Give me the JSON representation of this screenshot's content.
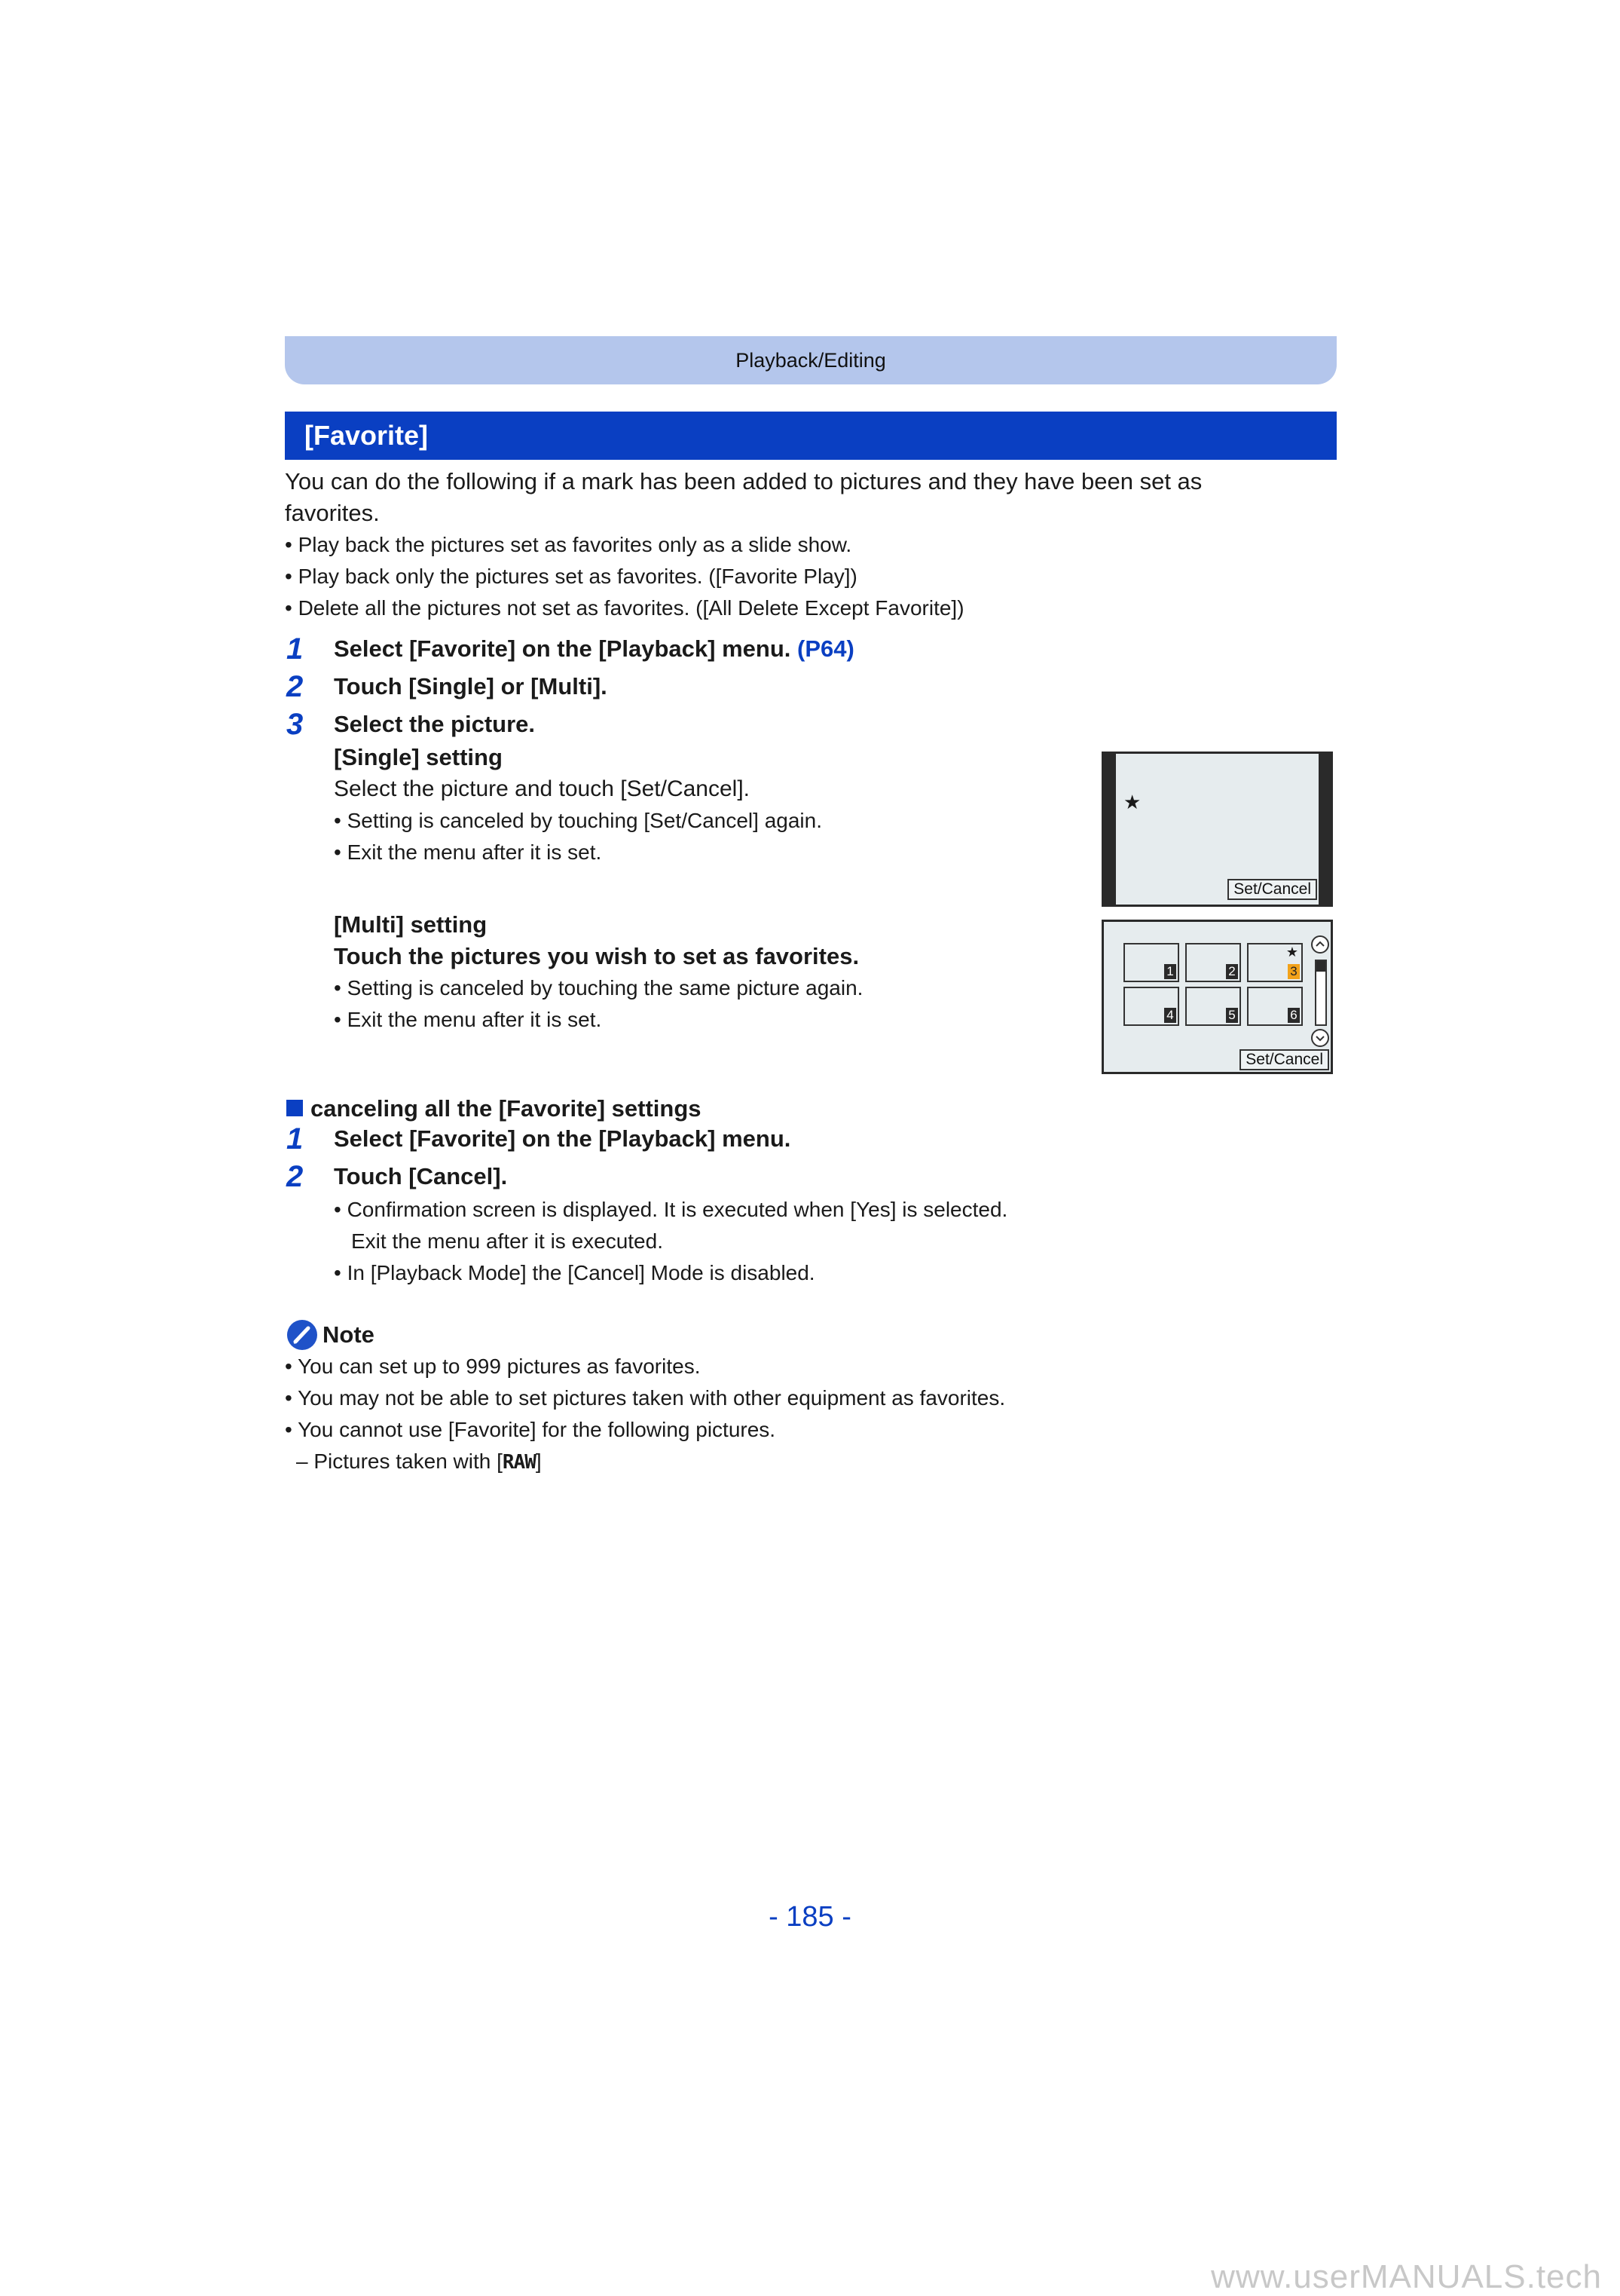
{
  "header": {
    "section": "Playback/Editing"
  },
  "title": "[Favorite]",
  "intro": {
    "line1": "You can do the following if a mark has been added to pictures and they have been set as",
    "line2": "favorites.",
    "bullets": [
      "• Play back the pictures set as favorites only as a slide show.",
      "• Play back only the pictures set as favorites. ([Favorite Play])",
      "• Delete all the pictures not set as favorites. ([All Delete Except Favorite])"
    ]
  },
  "steps": [
    {
      "num": "1",
      "text": "Select [Favorite] on the [Playback] menu.",
      "ref": "(P64)"
    },
    {
      "num": "2",
      "text": "Touch [Single] or [Multi]."
    },
    {
      "num": "3",
      "text": "Select the picture."
    }
  ],
  "single": {
    "heading": "[Single] setting",
    "line": "Select the picture and touch [Set/Cancel].",
    "bullets": [
      "• Setting is canceled by touching [Set/Cancel] again.",
      "• Exit the menu after it is set."
    ]
  },
  "multi": {
    "heading": "[Multi] setting",
    "line": "Touch the pictures you wish to set as favorites.",
    "bullets": [
      "• Setting is canceled by touching the same picture again.",
      "• Exit the menu after it is set."
    ]
  },
  "screens": {
    "set_cancel": "Set/Cancel",
    "star": "★",
    "thumb_numbers": [
      "1",
      "2",
      "3",
      "4",
      "5",
      "6"
    ]
  },
  "cancel_section": {
    "heading": "canceling all the [Favorite] settings",
    "steps": [
      {
        "num": "1",
        "text": "Select [Favorite] on the [Playback] menu."
      },
      {
        "num": "2",
        "text": "Touch [Cancel]."
      }
    ],
    "bullets": [
      "• Confirmation screen is displayed. It is executed when [Yes] is selected.",
      "Exit the menu after it is executed.",
      "• In [Playback Mode] the [Cancel] Mode is disabled."
    ]
  },
  "note": {
    "label": "Note",
    "bullets": [
      "• You can set up to 999 pictures as favorites.",
      "• You may not be able to set pictures taken with other equipment as favorites.",
      "• You cannot use [Favorite] for the following pictures."
    ],
    "sub": "– Pictures taken with [",
    "raw": "RAW",
    "close": "]"
  },
  "page_number": "- 185 -",
  "watermark": "www.userMANUALS.tech",
  "colors": {
    "accent": "#0a3fc2",
    "header_band": "#b4c6ec",
    "selected_thumb": "#f2a21a"
  }
}
